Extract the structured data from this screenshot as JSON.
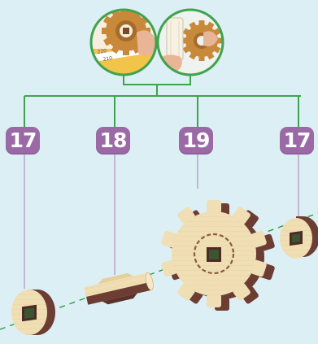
{
  "diagram": {
    "part_badges": [
      "17",
      "18",
      "19",
      "17"
    ],
    "inset_ruler_numbers": [
      "220",
      "210"
    ],
    "colors": {
      "background": "#dceff5",
      "connector_green": "#3fa34d",
      "badge_purple": "#9b6aa6",
      "leader_line": "#b49ac0",
      "wood_light": "#f0dfb4",
      "wood_dark": "#6b3d33",
      "axis_dash": "#2e9b48",
      "inset_paper": "#f2c44a"
    },
    "icons": [
      "gear-icon",
      "washer-icon",
      "axle-icon",
      "dowel-icon"
    ]
  }
}
